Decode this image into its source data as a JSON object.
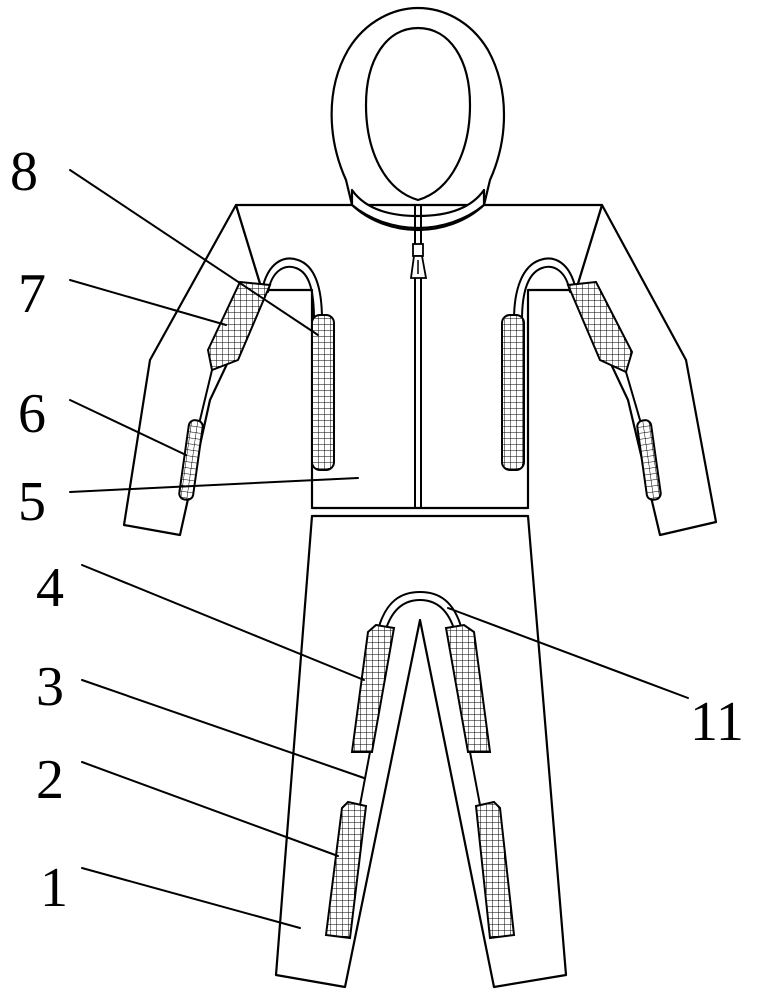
{
  "labels": {
    "l1": "1",
    "l2": "2",
    "l3": "3",
    "l4": "4",
    "l5": "5",
    "l6": "6",
    "l7": "7",
    "l8": "8",
    "l11": "11"
  },
  "colors": {
    "line": "#000000",
    "background": "#ffffff",
    "pad_fill": "#e6e6e6"
  }
}
